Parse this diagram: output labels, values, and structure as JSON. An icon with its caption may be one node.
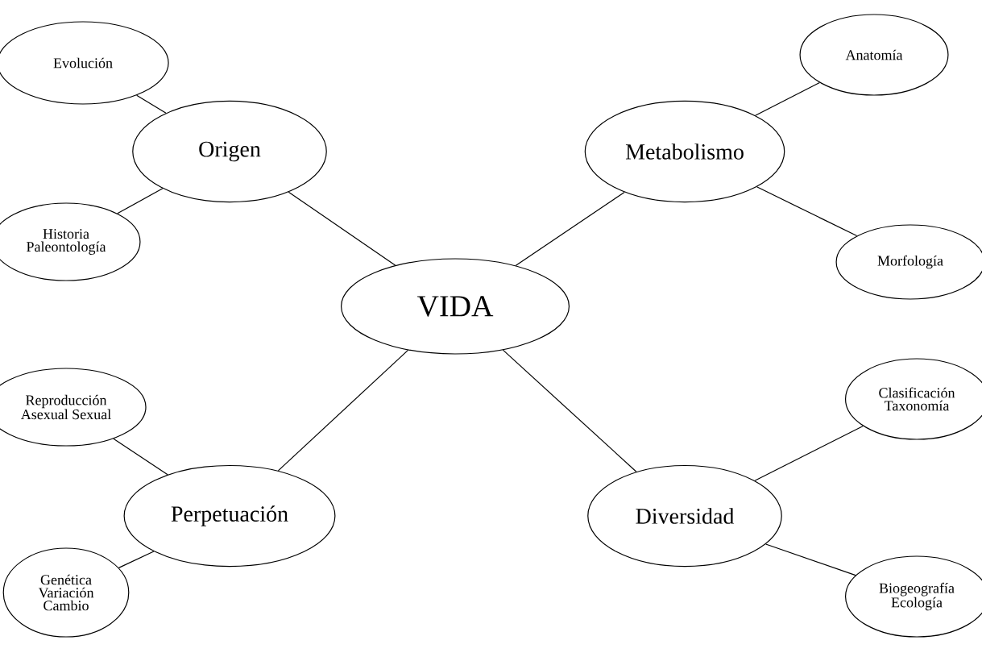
{
  "diagram": {
    "nodes": [
      {
        "text": [
          "VIDA"
        ]
      },
      {
        "text": [
          "Origen"
        ]
      },
      {
        "text": [
          "Evolución"
        ]
      },
      {
        "text": [
          "Historia Paleontología"
        ]
      },
      {
        "text": [
          "Metabolismo"
        ]
      },
      {
        "text": [
          "Anatomía"
        ]
      },
      {
        "text": [
          "Morfología"
        ]
      },
      {
        "text": [
          "Perpetuación"
        ]
      },
      {
        "text": [
          "Reproducción Asexual Sexual"
        ]
      },
      {
        "text": [
          "Genética Variación Cambio"
        ]
      },
      {
        "text": [
          "Diversidad"
        ]
      },
      {
        "text": [
          "Clasificación Taxonomía"
        ]
      },
      {
        "text": [
          "Biogeografía Ecología"
        ]
      }
    ],
    "edges": [
      {
        "from": 1,
        "to": 0,
        "arrow": "none"
      },
      {
        "from": 4,
        "to": 0,
        "arrow": "none"
      },
      {
        "from": 7,
        "to": 0,
        "arrow": "none"
      },
      {
        "from": 10,
        "to": 0,
        "arrow": "none"
      },
      {
        "from": 2,
        "to": 1,
        "arrow": "none"
      },
      {
        "from": 3,
        "to": 1,
        "arrow": "none"
      },
      {
        "from": 5,
        "to": 4,
        "arrow": "none"
      },
      {
        "from": 6,
        "to": 4,
        "arrow": "none"
      },
      {
        "from": 8,
        "to": 7,
        "arrow": "none"
      },
      {
        "from": 9,
        "to": 7,
        "arrow": "none"
      },
      {
        "from": 11,
        "to": 10,
        "arrow": "none"
      },
      {
        "from": 12,
        "to": 10,
        "arrow": "none"
      }
    ]
  }
}
